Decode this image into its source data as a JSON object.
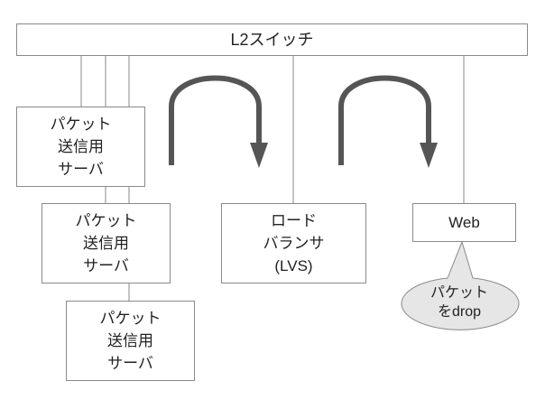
{
  "diagram": {
    "switch_label": "L2スイッチ",
    "senders": [
      {
        "label": "パケット\n送信用\nサーバ"
      },
      {
        "label": "パケット\n送信用\nサーバ"
      },
      {
        "label": "パケット\n送信用\nサーバ"
      }
    ],
    "load_balancer": {
      "label": "ロード\nバランサ\n(LVS)"
    },
    "web": {
      "label": "Web"
    },
    "callout": {
      "label": "パケット\nをdrop"
    }
  },
  "colors": {
    "line": "#8a8a8a",
    "arrow": "#555555",
    "bubble_fill": "#e6e6e6"
  }
}
